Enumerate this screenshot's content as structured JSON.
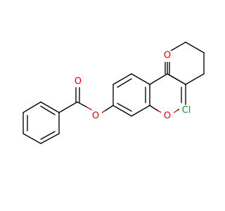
{
  "molecule": {
    "atoms": {
      "carbonyl_oxygen": {
        "label": "O",
        "color": "#e00000"
      },
      "ester_carbonyl_oxygen": {
        "label": "O",
        "color": "#e00000"
      },
      "ester_oxygen": {
        "label": "O",
        "color": "#e00000"
      },
      "ring_oxygen": {
        "label": "O",
        "color": "#e00000"
      },
      "chlorine": {
        "label": "Cl",
        "color": "#00a000"
      }
    },
    "bond_color": "#000000"
  }
}
